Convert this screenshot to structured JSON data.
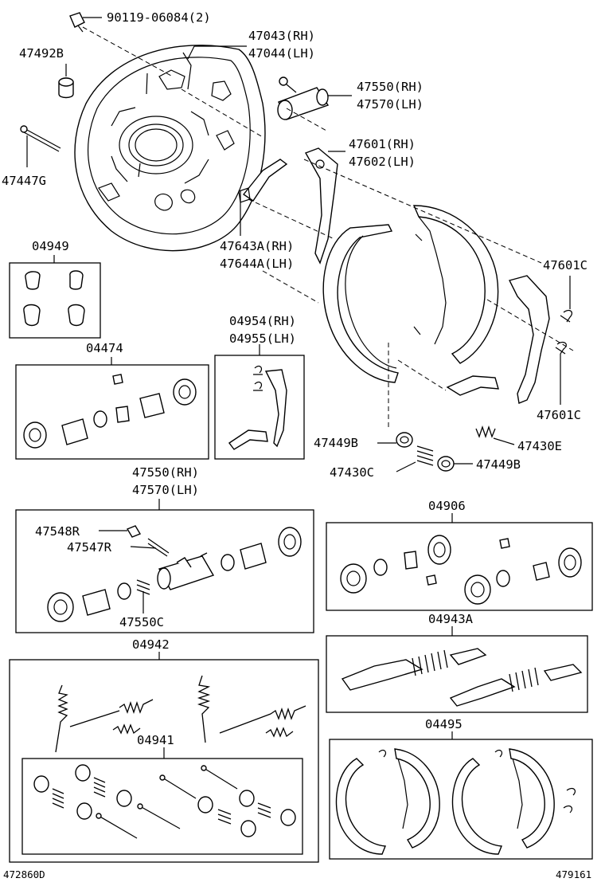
{
  "callouts": {
    "c1": "90119-06084(2)",
    "c2": "47043(RH)",
    "c3": "47044(LH)",
    "c4": "47492B",
    "c5": "47550(RH)",
    "c6": "47570(LH)",
    "c7": "47601(RH)",
    "c8": "47602(LH)",
    "c9": "47447G",
    "c10": "47643A(RH)",
    "c11": "47644A(LH)",
    "c12": "04949",
    "c13": "47601C",
    "c14": "04954(RH)",
    "c15": "04955(LH)",
    "c16": "04474",
    "c17": "47601C",
    "c18": "47449B",
    "c19": "47430E",
    "c20": "47430C",
    "c21": "47449B",
    "c22": "47550(RH)",
    "c23": "47570(LH)",
    "c24": "04906",
    "c25": "47548R",
    "c26": "47547R",
    "c27": "47550C",
    "c28": "04943A",
    "c29": "04942",
    "c30": "04495",
    "c31": "04941"
  },
  "footer": {
    "left_code": "472860D",
    "right_code": "479161"
  }
}
